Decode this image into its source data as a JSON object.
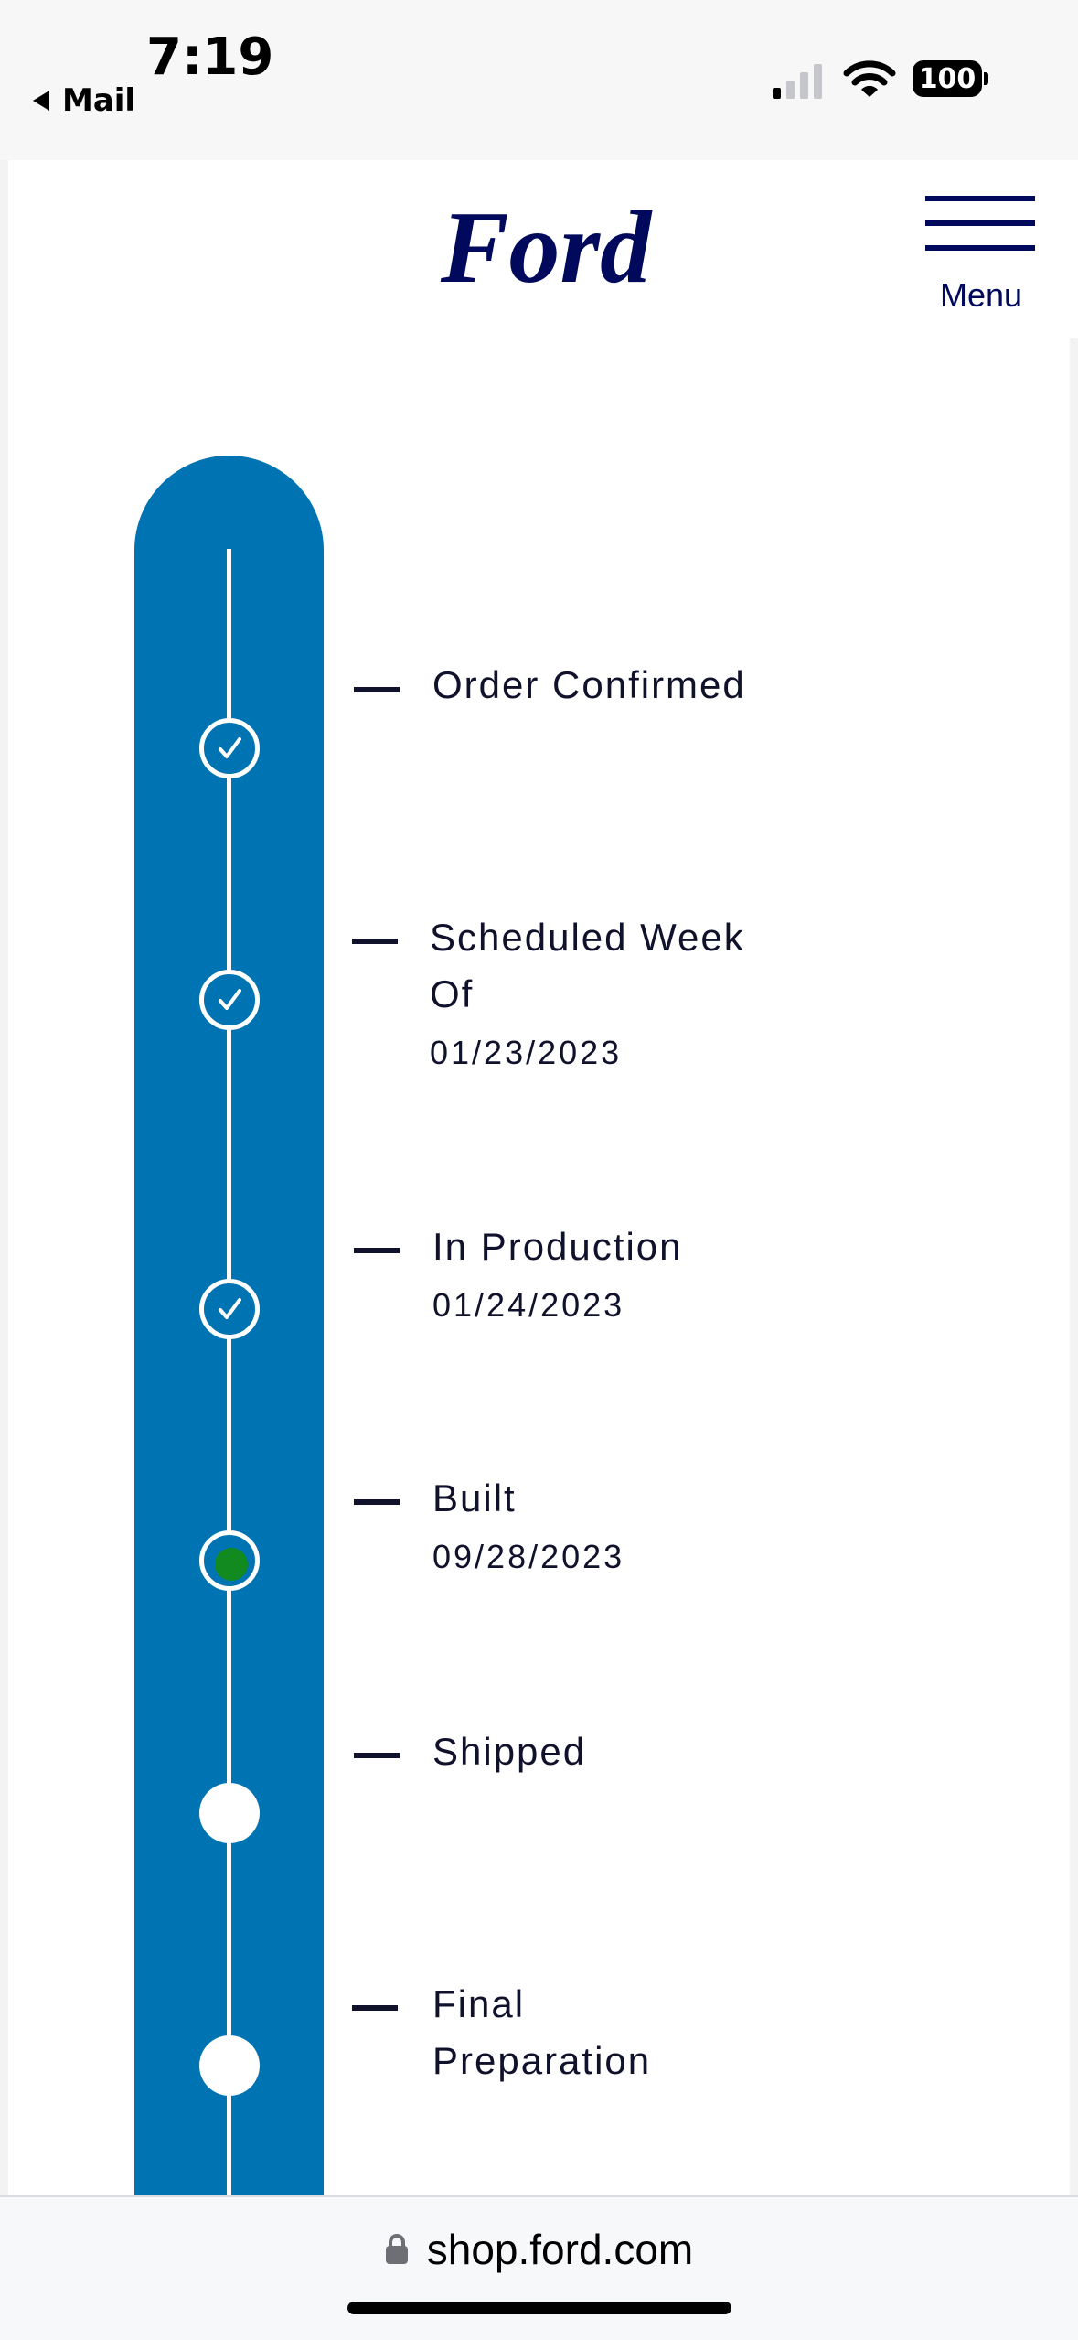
{
  "status_bar": {
    "time": "7:19",
    "back_app": "Mail",
    "battery": "100"
  },
  "header": {
    "logo_text": "Ford",
    "menu_label": "Menu",
    "brand_color": "#00095b"
  },
  "timeline": {
    "accent_color": "#0073b3",
    "current_color": "#138a1f",
    "steps": [
      {
        "label": "Order Confirmed",
        "date": "",
        "status": "complete"
      },
      {
        "label_lines": [
          "Scheduled Week",
          "Of"
        ],
        "date": "01/23/2023",
        "status": "complete"
      },
      {
        "label": "In Production",
        "date": "01/24/2023",
        "status": "complete"
      },
      {
        "label": "Built",
        "date": "09/28/2023",
        "status": "current"
      },
      {
        "label": "Shipped",
        "date": "",
        "status": "pending"
      },
      {
        "label_lines": [
          "Final",
          "Preparation"
        ],
        "date": "",
        "status": "pending"
      }
    ]
  },
  "browser": {
    "url": "shop.ford.com"
  }
}
